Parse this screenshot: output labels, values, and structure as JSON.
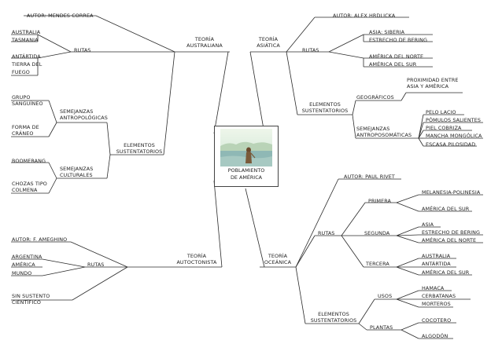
{
  "center": {
    "line1": "POBLAMIENTO",
    "line2": "DE AMÉRICA"
  },
  "australiana": {
    "title1": "TEORÍA",
    "title2": "AUSTRALIANA",
    "author": "AUTOR: MENDES CORREA",
    "rutas": "RUTAS",
    "places": [
      "AUSTRALIA",
      "TASMANIA",
      "ANTÁRTIDA",
      "TIERRA DEL",
      "FUEGO"
    ],
    "elementos1": "ELEMENTOS",
    "elementos2": "SUSTENTATORIOS",
    "sem_antro1": "SEMEJANZAS",
    "sem_antro2": "ANTROPOLÓGICAS",
    "grupo1": "GRUPO",
    "grupo2": "SANGUÍNEO",
    "forma1": "FORMA DE",
    "forma2": "CRÁNEO",
    "sem_cult1": "SEMEJANZAS",
    "sem_cult2": "CULTURALES",
    "boomerang": "BOOMERANG",
    "chozas1": "CHOZAS TIPO",
    "chozas2": "COLMENA"
  },
  "asiatica": {
    "title1": "TEORÍA",
    "title2": "ASIÁTICA",
    "author": "AUTOR: ALEX HRDLICKA",
    "rutas": "RUTAS",
    "routes": [
      "ASIA: SIBERIA",
      "ESTRECHO DE BERING",
      "AMÉRICA DEL NORTE",
      "AMÉRICA DEL SUR"
    ],
    "elementos1": "ELEMENTOS",
    "elementos2": "SUSTENTATORIOS",
    "geograficos": "GEOGRÁFICOS",
    "proximidad1": "PROXIMIDAD ENTRE",
    "proximidad2": "ASIA Y AMÉRICA",
    "sem1": "SEMEJANZAS",
    "sem2": "ANTROPOSOMÁTICAS",
    "traits": [
      "PELO LACIO",
      "PÓMULOS SALIENTES",
      "PIEL COBRIZA",
      "MANCHA MONGÓLICA",
      "ESCASA PILOSIDAD"
    ]
  },
  "autoctonista": {
    "title1": "TEORÍA",
    "title2": "AUTOCTONISTA",
    "author": "AUTOR: F. AMEGHINO",
    "rutas": "RUTAS",
    "places": [
      "ARGENTINA",
      "AMÉRICA",
      "MUNDO"
    ],
    "sin1": "SIN SUSTENTO",
    "sin2": "CIENTÍFICO"
  },
  "oceanica": {
    "title1": "TEORÍA",
    "title2": "OCEÁNICA",
    "author": "AUTOR: PAUL RIVET",
    "rutas": "RUTAS",
    "primera": "PRIMERA",
    "primera_items": [
      "MELANESIA-POLINESIA",
      "AMÉRICA DEL SUR"
    ],
    "segunda": "SEGUNDA",
    "segunda_items": [
      "ASIA",
      "ESTRECHO DE BERING",
      "AMÉRICA DEL NORTE"
    ],
    "tercera": "TERCERA",
    "tercera_items": [
      "AUSTRALIA",
      "ANTÁRTIDA",
      "AMÉRICA DEL SUR"
    ],
    "elementos1": "ELEMENTOS",
    "elementos2": "SUSTENTATORIOS",
    "usos": "USOS",
    "usos_items": [
      "HAMACA",
      "CERBATANAS",
      "MORTEROS"
    ],
    "plantas": "PLANTAS",
    "plantas_items": [
      "COCOTERO",
      "ALGODÓN"
    ]
  },
  "colors": {
    "line": "#2a2a2a",
    "text": "#222222",
    "sky": "#cfe6d6",
    "water": "#8fb8b5",
    "figure": "#7a5a3a"
  }
}
